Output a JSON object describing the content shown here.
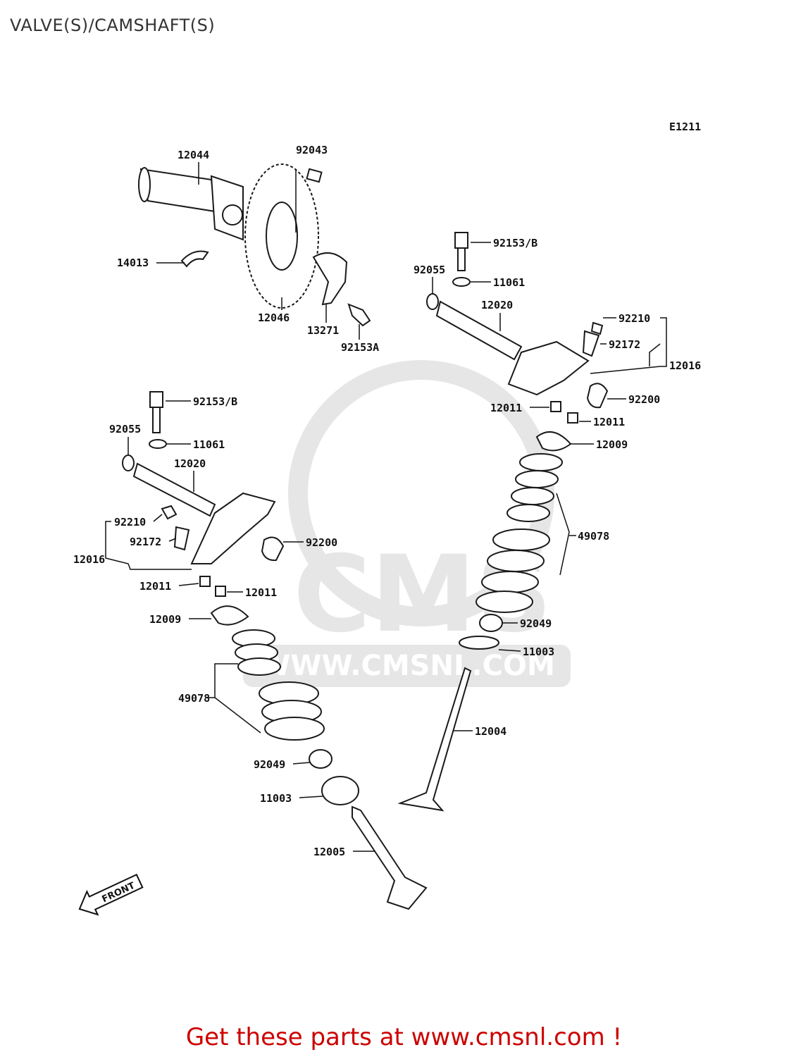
{
  "title": "VALVE(S)/CAMSHAFT(S)",
  "diagram_code": "E1211",
  "watermark": {
    "text": "WWW.CMSNL.COM",
    "logo_text": "CMS",
    "color": "#e6e6e6"
  },
  "front_label": "FRONT",
  "footer": {
    "text": "Get these parts at www.cmsnl.com !",
    "color": "#cc0000"
  },
  "labels": {
    "l12044": "12044",
    "l92043": "92043",
    "l14013": "14013",
    "l12046": "12046",
    "l13271": "13271",
    "l92153A": "92153A",
    "r92153B": "92153/B",
    "r92055": "92055",
    "r11061": "11061",
    "r12020": "12020",
    "r92210": "92210",
    "r92172": "92172",
    "r12016": "12016",
    "r92200": "92200",
    "r12011a": "12011",
    "r12011b": "12011",
    "r12009": "12009",
    "r49078": "49078",
    "r92049": "92049",
    "r11003": "11003",
    "r12004": "12004",
    "f92153B": "92153/B",
    "f92055": "92055",
    "f11061": "11061",
    "f12020": "12020",
    "f92210": "92210",
    "f92172": "92172",
    "f12016": "12016",
    "f92200": "92200",
    "f12011a": "12011",
    "f12011b": "12011",
    "f12009": "12009",
    "f49078": "49078",
    "f92049": "92049",
    "f11003": "11003",
    "f12005": "12005"
  }
}
